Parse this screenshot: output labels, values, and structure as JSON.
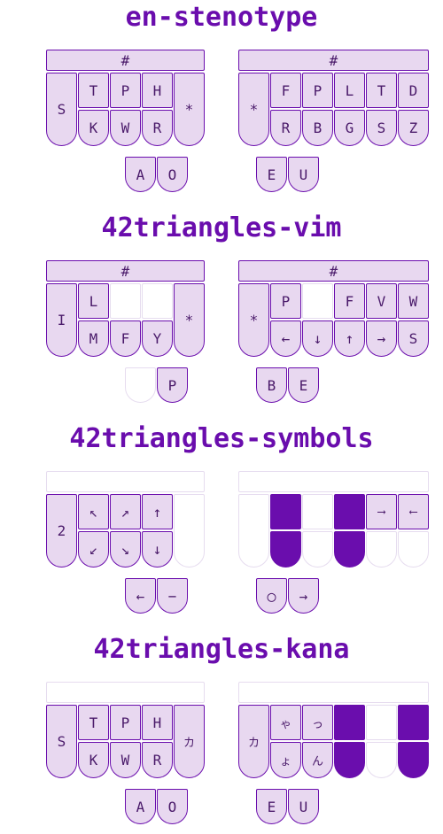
{
  "colors": {
    "accent": "#6a0dad",
    "fill": "#e8d8f0",
    "ghost": "#e6dcef"
  },
  "layouts": [
    {
      "title": "en-stenotype",
      "left": {
        "top": "#",
        "outer": "S",
        "upper": [
          "T",
          "P",
          "H"
        ],
        "lower": [
          "K",
          "W",
          "R"
        ],
        "inner": "*"
      },
      "right": {
        "top": "#",
        "inner": "*",
        "upper": [
          "F",
          "P",
          "L",
          "T",
          "D"
        ],
        "lower": [
          "R",
          "B",
          "G",
          "S",
          "Z"
        ]
      },
      "thumbs_left": [
        "A",
        "O"
      ],
      "thumbs_right": [
        "E",
        "U"
      ]
    },
    {
      "title": "42triangles-vim",
      "left": {
        "top": "#",
        "outer": "I",
        "upper": [
          "L",
          "",
          ""
        ],
        "lower": [
          "M",
          "F",
          "Y"
        ],
        "inner": "*"
      },
      "right": {
        "top": "#",
        "inner": "*",
        "upper": [
          "P",
          "",
          "F",
          "V",
          "W"
        ],
        "lower": [
          "←",
          "↓",
          "↑",
          "→",
          "S"
        ]
      },
      "thumbs_left": [
        "",
        "P"
      ],
      "thumbs_right": [
        "B",
        "E"
      ]
    },
    {
      "title": "42triangles-symbols",
      "left": {
        "top": "",
        "outer": "2",
        "upper": [
          "↖",
          "↗",
          "↑"
        ],
        "lower": [
          "↙",
          "↘",
          "↓"
        ],
        "inner": ""
      },
      "right": {
        "top": "",
        "inner": "",
        "upper": [
          "",
          "",
          "",
          "⟶",
          "⟵"
        ],
        "lower": [
          "",
          "",
          "",
          "",
          ""
        ]
      },
      "thumbs_left": [
        "←",
        "−"
      ],
      "thumbs_right": [
        "◯",
        "→"
      ]
    },
    {
      "title": "42triangles-kana",
      "left": {
        "top": "",
        "outer": "S",
        "upper": [
          "T",
          "P",
          "H"
        ],
        "lower": [
          "K",
          "W",
          "R"
        ],
        "inner": "カ"
      },
      "right": {
        "top": "",
        "inner": "カ",
        "upper": [
          "ゃ",
          "っ",
          "",
          "",
          ""
        ],
        "lower": [
          "ょ",
          "ん",
          "",
          "",
          ""
        ]
      },
      "thumbs_left": [
        "A",
        "O"
      ],
      "thumbs_right": [
        "E",
        "U"
      ]
    }
  ]
}
